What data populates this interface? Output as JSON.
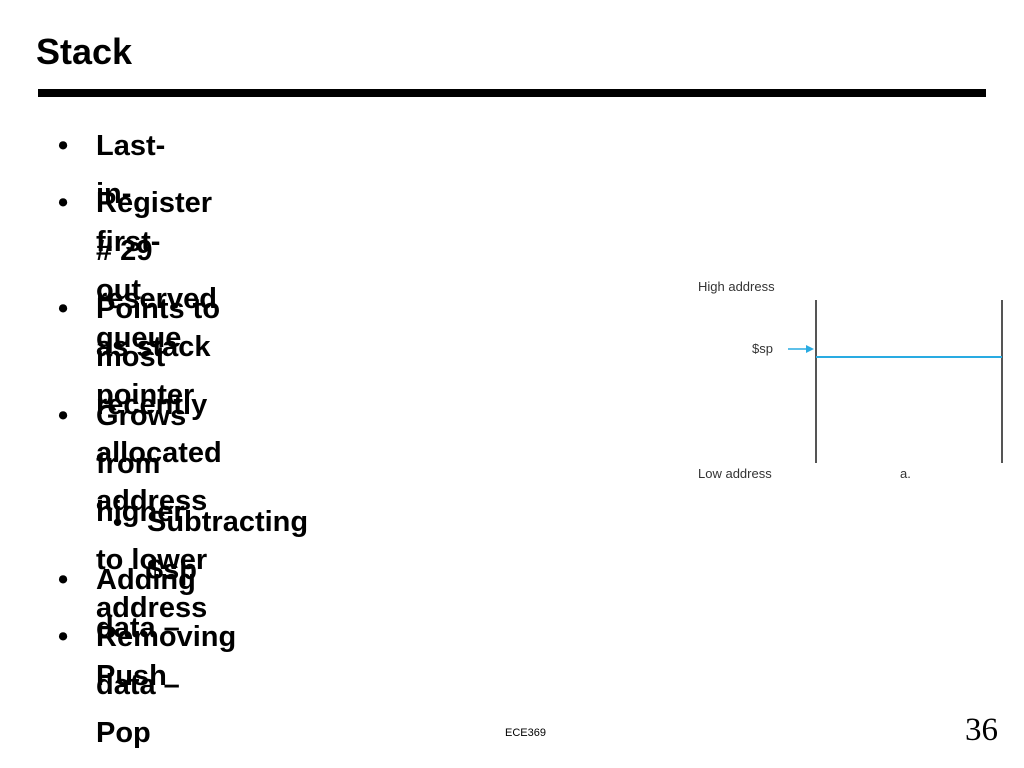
{
  "slide": {
    "title": "Stack",
    "bullets": [
      {
        "lines": [
          "Last-in-first-out queue"
        ],
        "level": 1
      },
      {
        "lines": [
          "Register # 29 reserved as stack",
          "pointer"
        ],
        "level": 1
      },
      {
        "lines": [
          "Points to most recently",
          "allocated address"
        ],
        "level": 1
      },
      {
        "lines": [
          "Grows from higher to lower",
          "address"
        ],
        "level": 1
      },
      {
        "lines": [
          "Subtracting $sp"
        ],
        "level": 2
      },
      {
        "lines": [
          "Adding data – Push"
        ],
        "level": 1
      },
      {
        "lines": [
          "Removing data – Pop"
        ],
        "level": 1
      }
    ],
    "bullet_glyph": "•",
    "diagram": {
      "high_label": "High address",
      "low_label": "Low address",
      "pointer_label": "$sp",
      "part_label": "a.",
      "line_color": "#29abe2"
    },
    "footer": "ECE369",
    "page_number": "36"
  }
}
